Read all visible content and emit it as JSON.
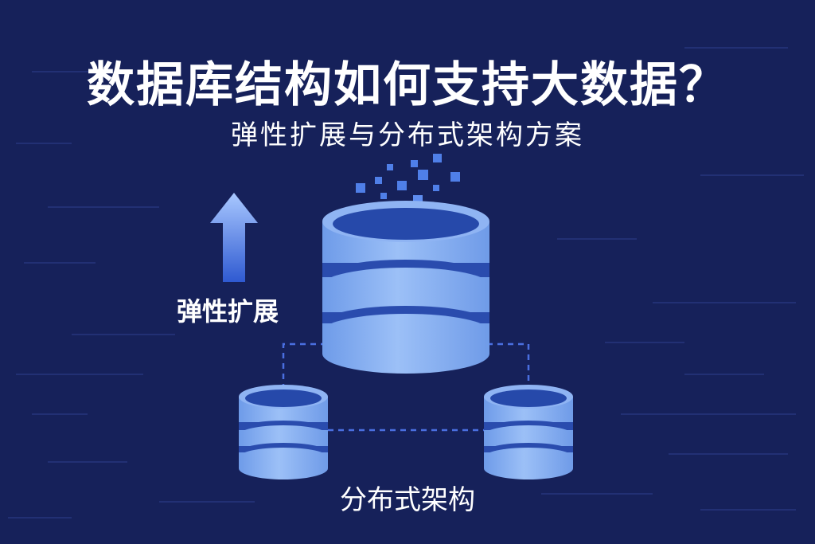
{
  "title": "数据库结构如何支持大数据？",
  "subtitle": "弹性扩展与分布式架构方案",
  "labels": {
    "elastic_scaling": "弹性扩展",
    "distributed_architecture": "分布式架构"
  },
  "icons": {
    "arrow": "up-arrow-icon",
    "main_db": "database-cylinder-icon",
    "node_db": "database-cylinder-icon",
    "data_particles": "data-pixels-icon"
  },
  "colors": {
    "background": "#16215a",
    "cylinder_light": "#7aa7ef",
    "cylinder_dark": "#2a4cae",
    "text": "#ffffff",
    "connector": "#4a6fe0"
  }
}
